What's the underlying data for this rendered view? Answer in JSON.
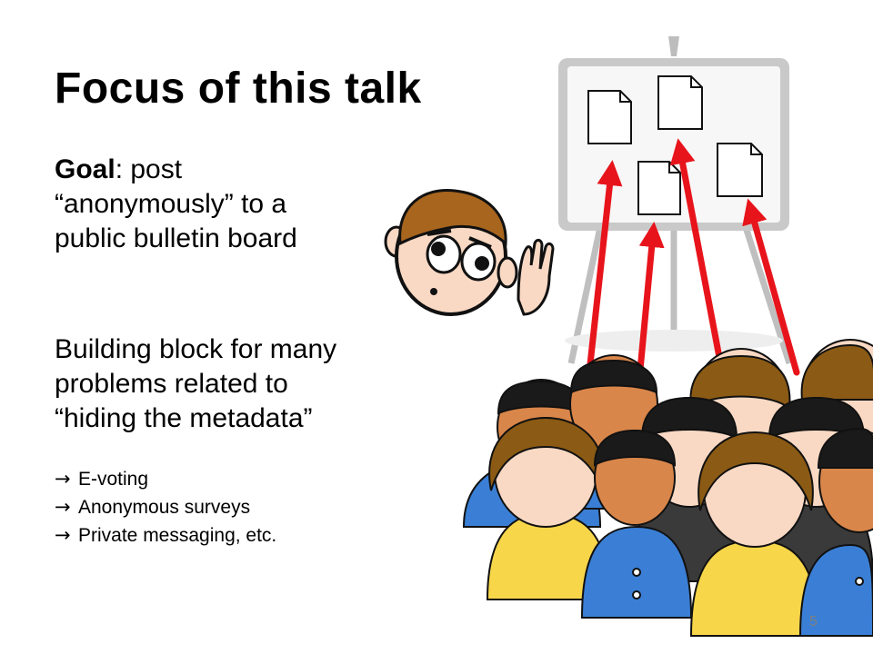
{
  "slide": {
    "title": "Focus of this talk",
    "goal_label": "Goal",
    "goal_text_lines": [
      ": post",
      "“anonymously” to a",
      "public bulletin board"
    ],
    "block_lines": [
      "Building block for many",
      "problems related to",
      "“hiding the metadata”"
    ],
    "bullets": [
      {
        "arrow": "→",
        "text": "E-voting"
      },
      {
        "arrow": "→",
        "text": "Anonymous surveys"
      },
      {
        "arrow": "→",
        "text": "Private messaging, etc."
      }
    ],
    "page_number": "5"
  },
  "illustration": {
    "icons": [
      "bulletin-board-icon",
      "document-icon",
      "listening-man-icon",
      "crowd-icon"
    ],
    "colors": {
      "arrow": "#e8141b",
      "board_frame": "#c9c9c9",
      "skin": "#f9d9c4",
      "skin_dark": "#d9864a",
      "hair_brown": "#8b5a14",
      "hair_black": "#1a1a1a",
      "shirt_blue": "#3a7fd5",
      "shirt_yellow": "#f7d64a"
    }
  }
}
